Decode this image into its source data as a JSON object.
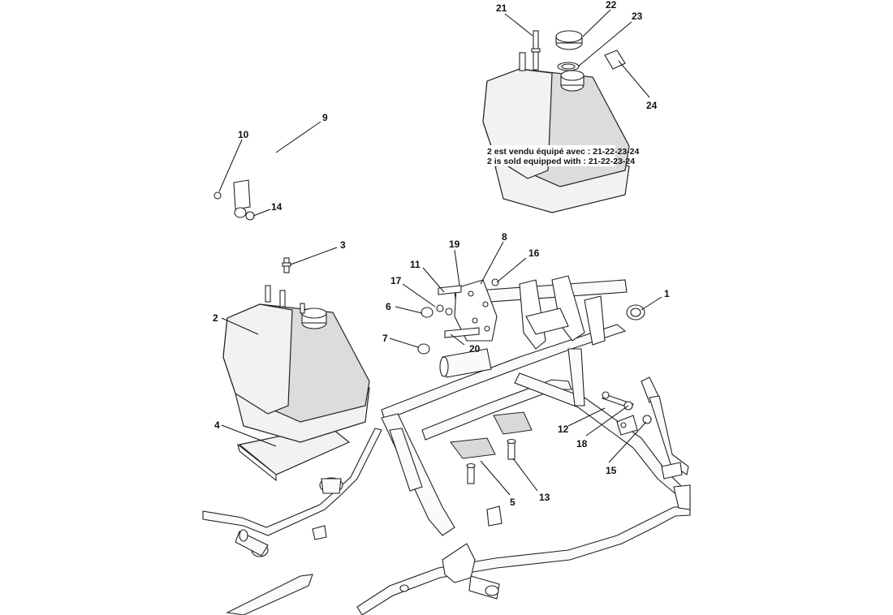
{
  "note": {
    "line_fr": "2 est vendu équipé avec : 21-22-23-24",
    "line_en": "2 is sold equipped with : 21-22-23-24"
  },
  "callouts": [
    {
      "id": "c1",
      "label": "1"
    },
    {
      "id": "c2",
      "label": "2"
    },
    {
      "id": "c3",
      "label": "3"
    },
    {
      "id": "c4",
      "label": "4"
    },
    {
      "id": "c5",
      "label": "5"
    },
    {
      "id": "c6",
      "label": "6"
    },
    {
      "id": "c7",
      "label": "7"
    },
    {
      "id": "c8",
      "label": "8"
    },
    {
      "id": "c9",
      "label": "9"
    },
    {
      "id": "c10",
      "label": "10"
    },
    {
      "id": "c11",
      "label": "11"
    },
    {
      "id": "c12",
      "label": "12"
    },
    {
      "id": "c13",
      "label": "13"
    },
    {
      "id": "c14",
      "label": "14"
    },
    {
      "id": "c15",
      "label": "15"
    },
    {
      "id": "c16",
      "label": "16"
    },
    {
      "id": "c17",
      "label": "17"
    },
    {
      "id": "c18",
      "label": "18"
    },
    {
      "id": "c19",
      "label": "19"
    },
    {
      "id": "c20",
      "label": "20"
    },
    {
      "id": "c21",
      "label": "21"
    },
    {
      "id": "c22",
      "label": "22"
    },
    {
      "id": "c23",
      "label": "23"
    },
    {
      "id": "c24",
      "label": "24"
    }
  ]
}
